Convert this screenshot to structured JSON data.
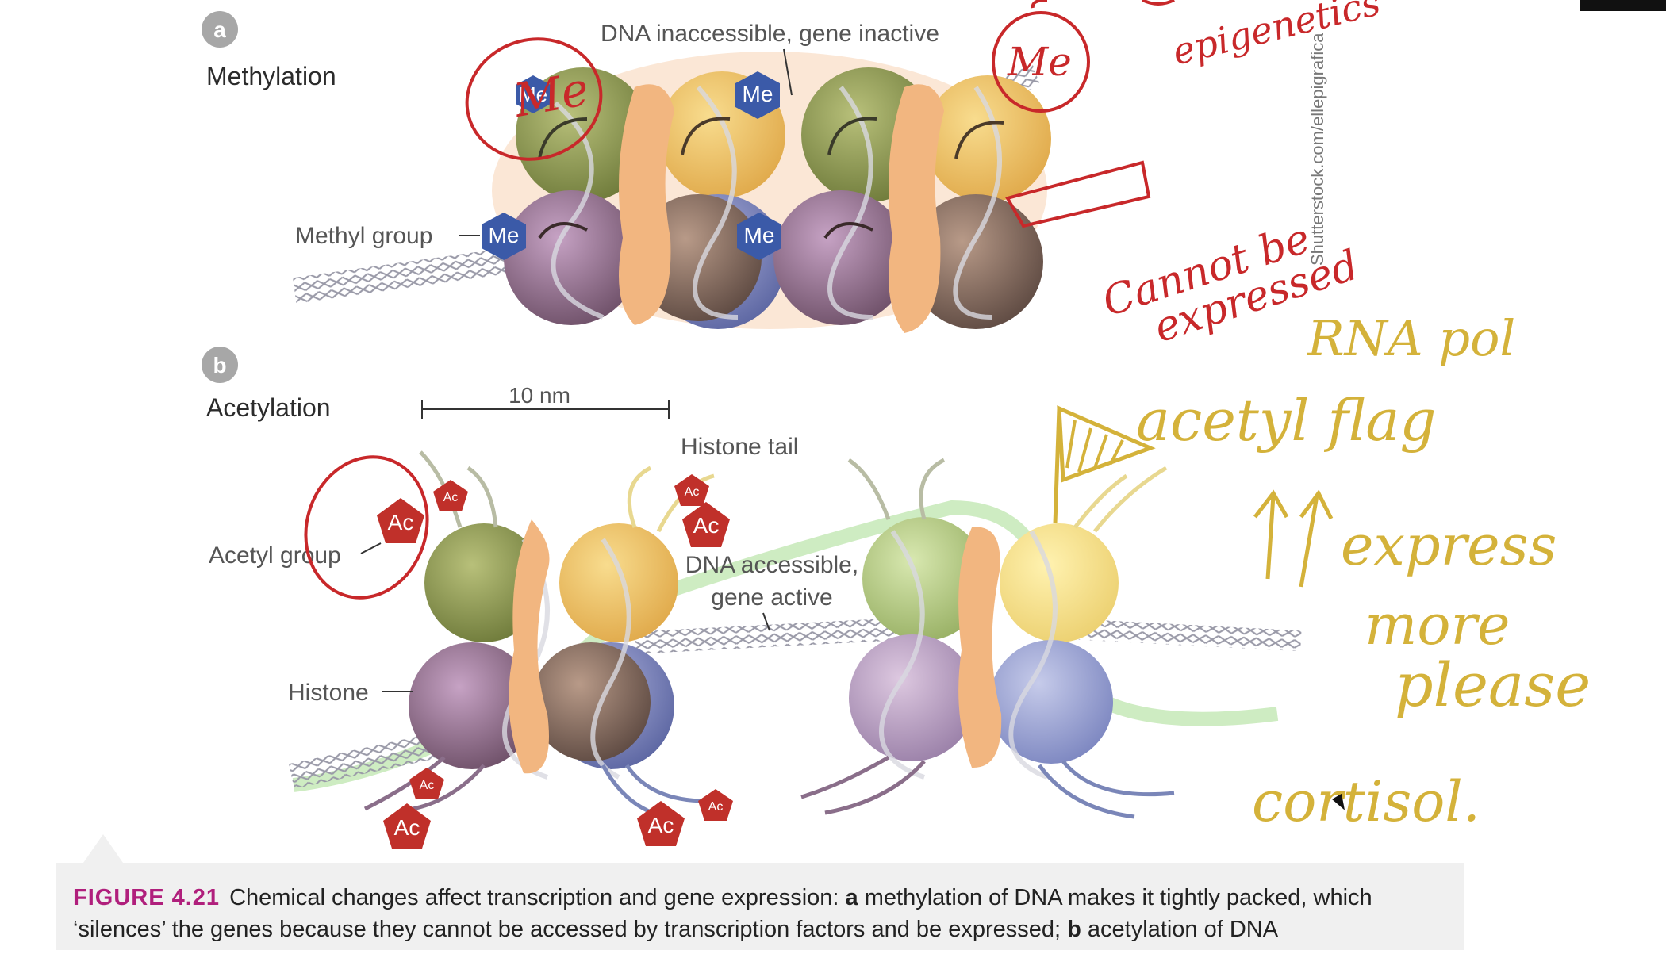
{
  "panels": {
    "a": {
      "badge": "a",
      "title": "Methylation"
    },
    "b": {
      "badge": "b",
      "title": "Acetylation"
    }
  },
  "labels": {
    "dna_inaccessible": "DNA inaccessible, gene inactive",
    "methyl_group": "Methyl group",
    "scale_bar": "10 nm",
    "histone_tail": "Histone tail",
    "acetyl_group": "Acetyl group",
    "dna_accessible_line1": "DNA accessible,",
    "dna_accessible_line2": "gene active",
    "histone": "Histone",
    "credit": "Shutterstock.com/ellepigrafica"
  },
  "tags": {
    "methyl": "Me",
    "acetyl": "Ac"
  },
  "annotations": {
    "me_circled": "Me",
    "epigenetics": "epigenetics",
    "cannot_line1": "Cannot be",
    "cannot_line2": "expressed",
    "rna_pol": "RNA pol",
    "acetyl_flag": "acetyl flag",
    "express_more": "express",
    "more": "more",
    "please": "please",
    "cortisol": "cortisol."
  },
  "caption": {
    "label": "FIGURE 4.21",
    "text1": "Chemical changes affect transcription and gene expression: ",
    "bold_a": "a",
    "text2": " methylation of DNA makes it tightly packed, which ‘silences’ the genes because they cannot be accessed by transcription factors and be expressed; ",
    "bold_b": "b",
    "text3": " acetylation of DNA"
  },
  "colors": {
    "annotation_red": "#c8282a",
    "annotation_gold": "#d4b23a",
    "methyl_blue": "#3b5aa8",
    "acetyl_red": "#c0302a",
    "caption_magenta": "#b01f7c"
  }
}
